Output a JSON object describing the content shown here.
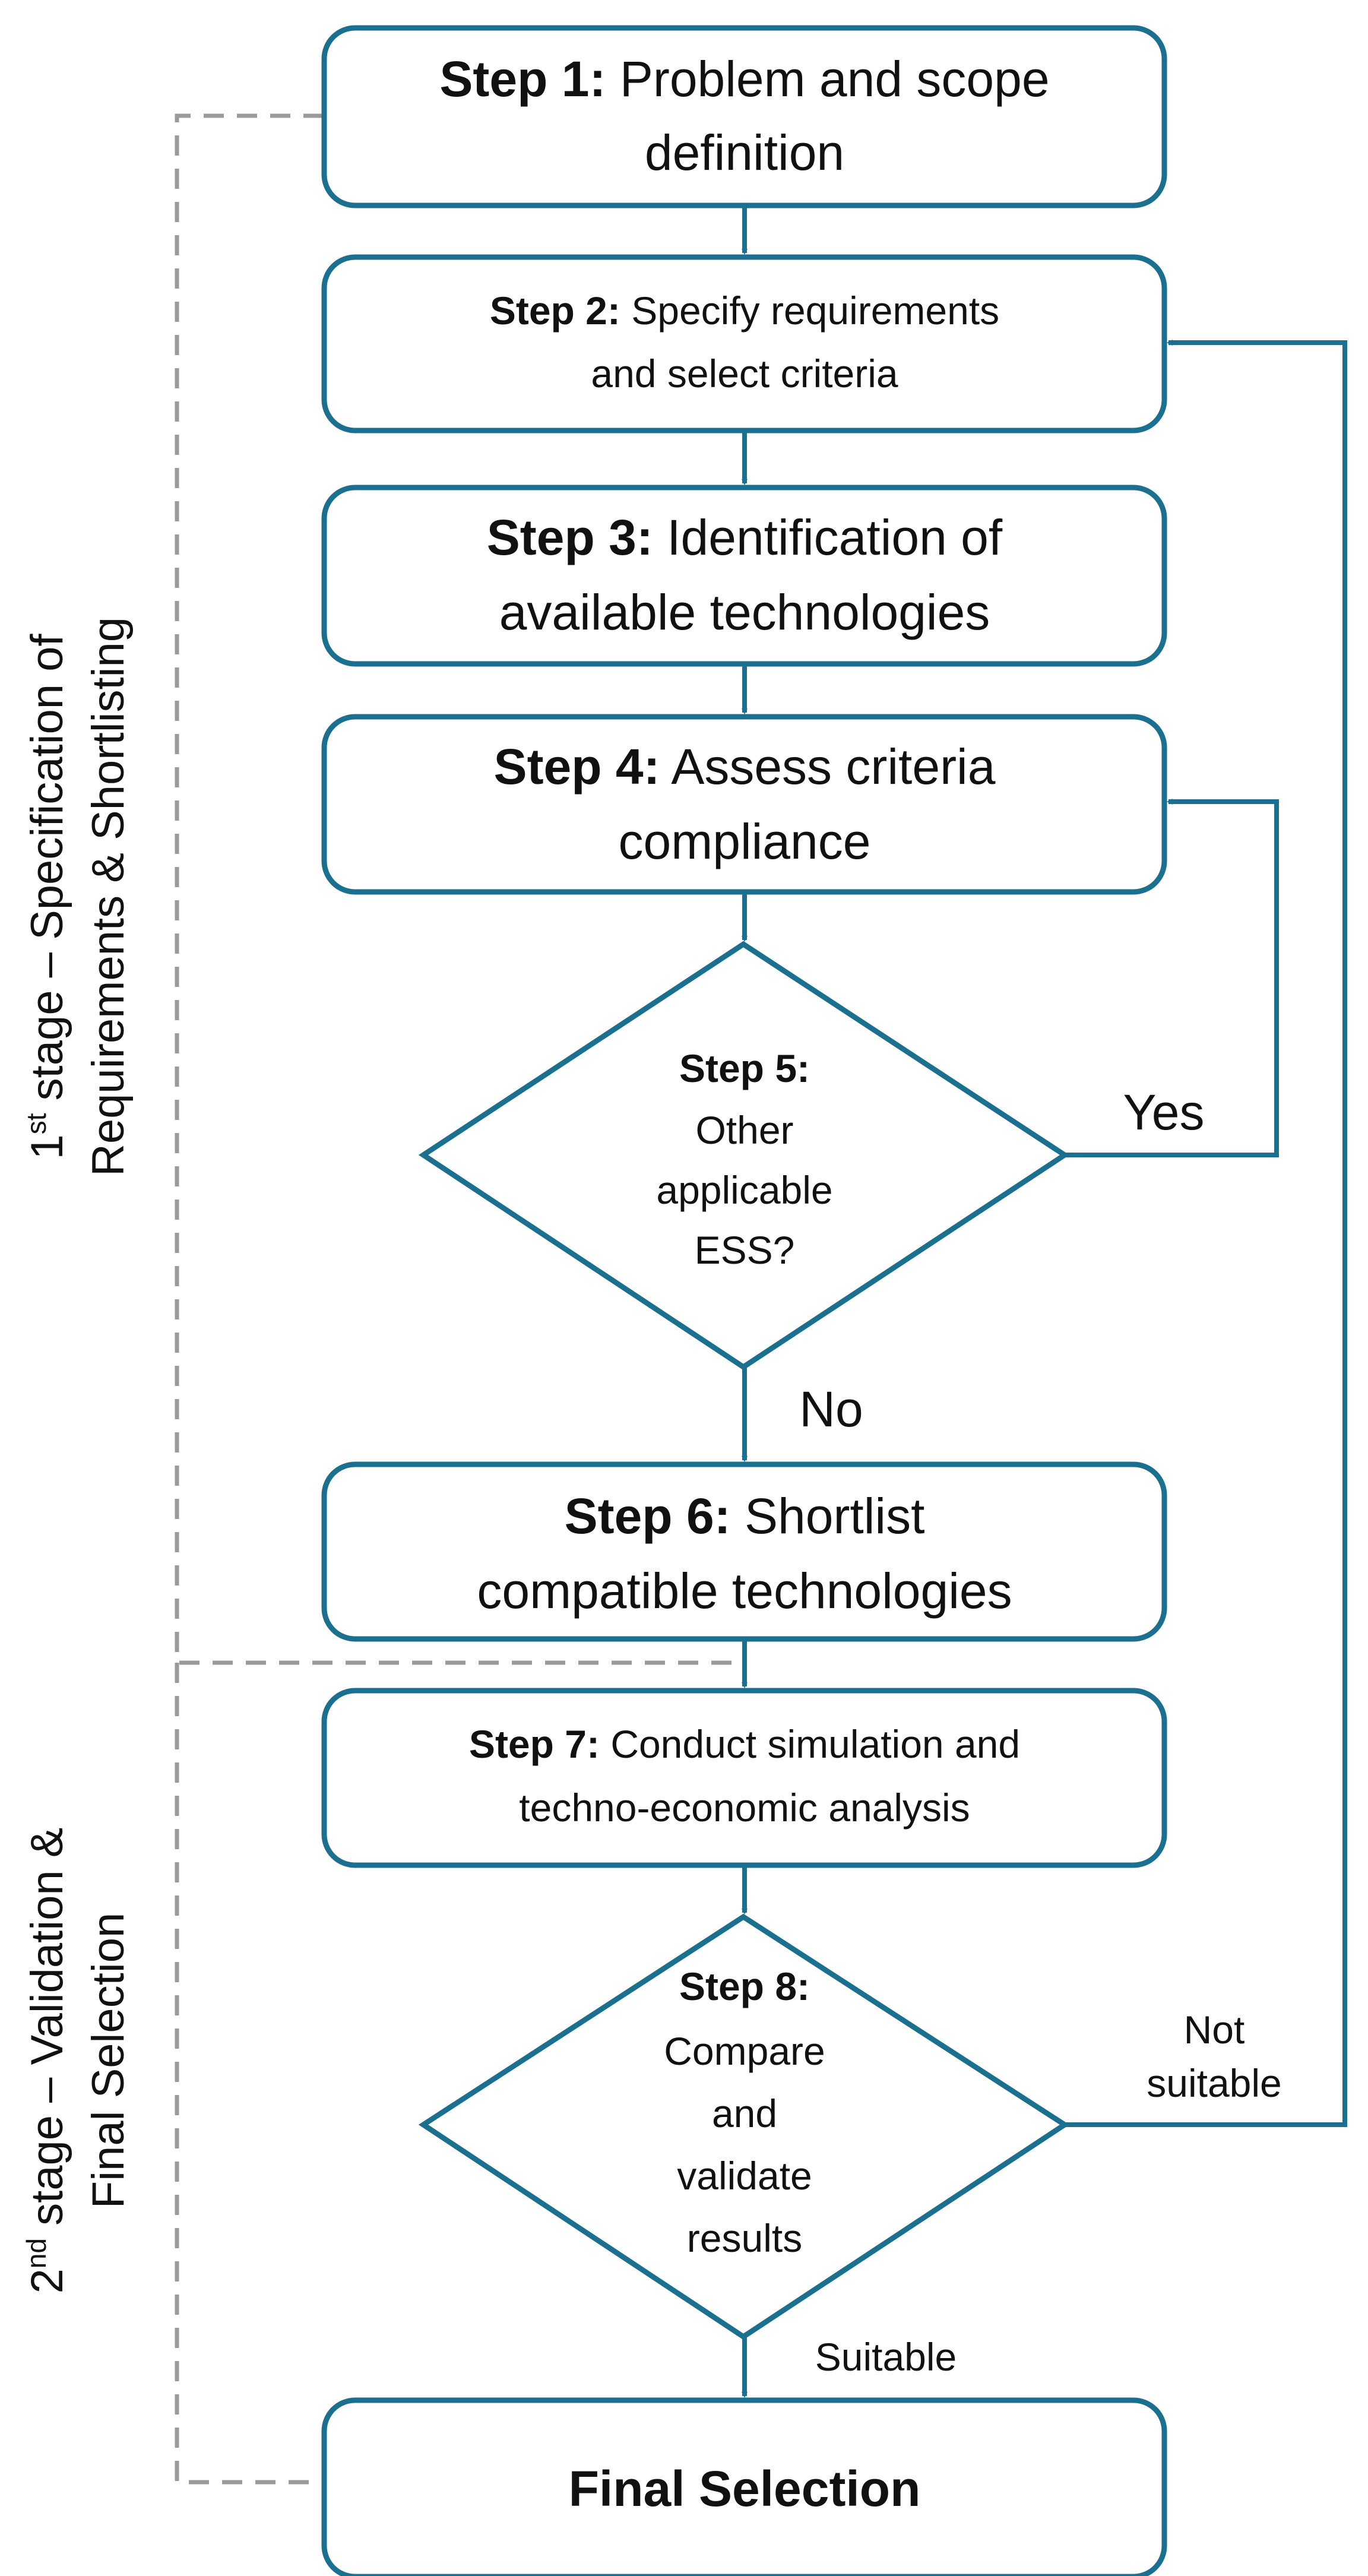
{
  "steps": {
    "s1": {
      "bold": "Step 1:",
      "l1": "Problem and scope",
      "l2": "definition"
    },
    "s2": {
      "bold": "Step 2:",
      "l1": "Specify requirements",
      "l2": "and select criteria"
    },
    "s3": {
      "bold": "Step 3:",
      "l1": "Identification of",
      "l2": "available technologies"
    },
    "s4": {
      "bold": "Step 4:",
      "l1": "Assess criteria",
      "l2": "compliance"
    },
    "s5": {
      "bold": "Step 5:",
      "l1": "Other",
      "l2": "applicable",
      "l3": "ESS?"
    },
    "s6": {
      "bold": "Step 6:",
      "l1": "Shortlist",
      "l2": "compatible technologies"
    },
    "s7": {
      "bold": "Step 7:",
      "l1": "Conduct simulation and",
      "l2": "techno-economic analysis"
    },
    "s8": {
      "bold": "Step 8:",
      "l1": "Compare",
      "l2": "and",
      "l3": "validate",
      "l4": "results"
    },
    "final": "Final Selection"
  },
  "edges": {
    "yes": "Yes",
    "no": "No",
    "not_suitable_1": "Not",
    "not_suitable_2": "suitable",
    "suitable": "Suitable"
  },
  "stages": {
    "first_prefix": "1",
    "first_sup": "st",
    "first_rest": " stage – Specification of",
    "first_line2": "Requirements & Shortlisting",
    "second_prefix": "2",
    "second_sup": "nd",
    "second_rest": " stage – Validation &",
    "second_line2": "Final Selection"
  },
  "colors": {
    "flow": "#1b6f8f",
    "stage_divider": "#9a9a9a"
  }
}
